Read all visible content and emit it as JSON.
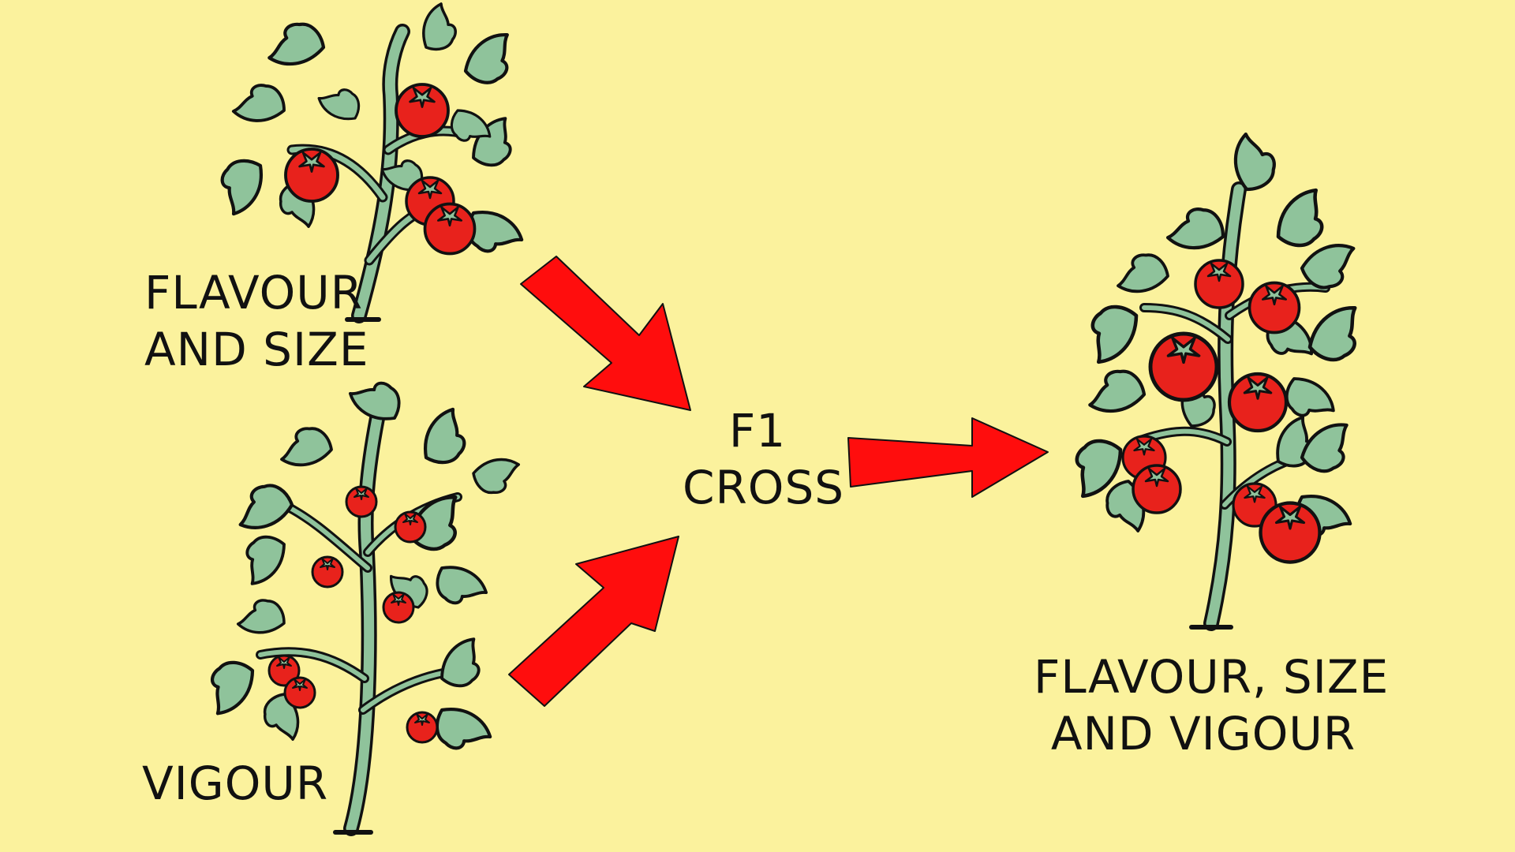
{
  "labels": {
    "parent_top": [
      "FLAVOUR",
      "AND SIZE"
    ],
    "parent_bottom": [
      "VIGOUR"
    ],
    "cross": [
      "F1",
      "CROSS"
    ],
    "offspring": [
      "FLAVOUR, SIZE",
      "AND VIGOUR"
    ]
  },
  "colors": {
    "background": "#fbf29d",
    "arrow": "#ff0d0d",
    "leaf": "#8fc39b",
    "stem": "#8fc39b",
    "tomato": "#e8221c",
    "outline": "#111111"
  },
  "icons": [
    "tomato-plant-icon",
    "arrow-icon"
  ]
}
